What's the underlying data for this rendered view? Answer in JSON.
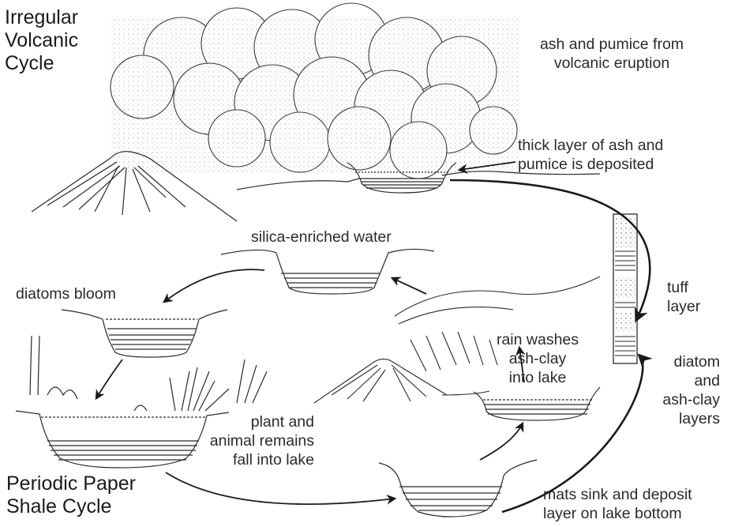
{
  "titles": {
    "volcanic": [
      "Irregular",
      "Volcanic",
      "Cycle"
    ],
    "shale": [
      "Periodic Paper",
      "Shale Cycle"
    ]
  },
  "labels": {
    "ash_pumice": [
      "ash and pumice from",
      "volcanic eruption"
    ],
    "thick_layer": [
      "thick layer of ash and",
      "pumice is deposited"
    ],
    "silica_water": [
      "silica-enriched water"
    ],
    "diatoms_bloom": [
      "diatoms bloom"
    ],
    "tuff_layer": [
      "tuff",
      "layer"
    ],
    "rain_washes": [
      "rain washes",
      "ash-clay",
      "into lake"
    ],
    "diatom_layers": [
      "diatom",
      "and",
      "ash-clay",
      "layers"
    ],
    "plant_animal": [
      "plant and",
      "animal remains",
      "fall into lake"
    ],
    "mats_sink": [
      "mats sink and deposit",
      "layer on lake bottom"
    ]
  },
  "colors": {
    "ink": "#2a2a2a",
    "background": "#ffffff"
  }
}
